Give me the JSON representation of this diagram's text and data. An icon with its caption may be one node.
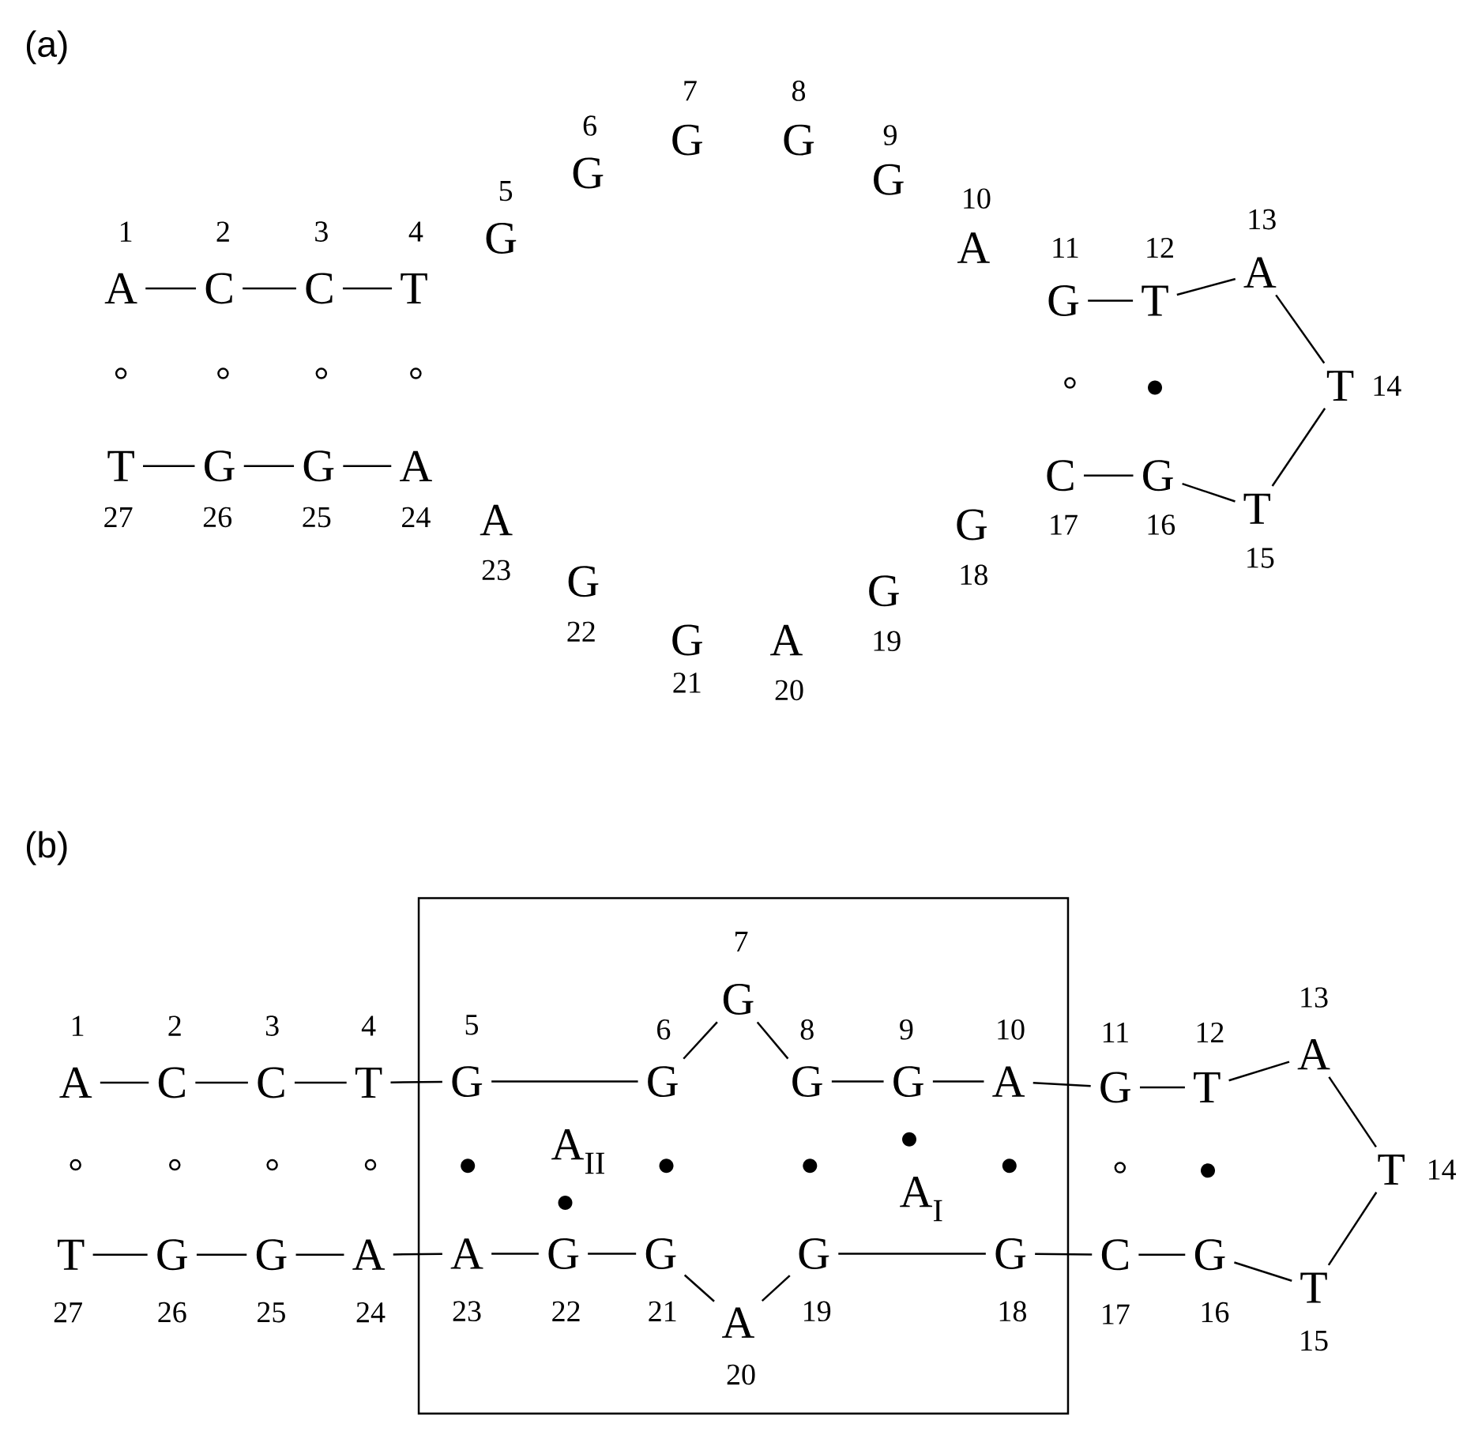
{
  "diagram": {
    "nodes": [
      {
        "text": [
          "A"
        ],
        "beside": [
          "1"
        ]
      },
      {
        "text": [
          "C"
        ],
        "beside": [
          "2"
        ]
      },
      {
        "text": [
          "C"
        ],
        "beside": [
          "3"
        ]
      },
      {
        "text": [
          "T"
        ],
        "beside": [
          "4"
        ]
      },
      {
        "text": [
          "G"
        ],
        "beside": [
          "5"
        ]
      },
      {
        "text": [
          "G"
        ],
        "beside": [
          "6"
        ]
      },
      {
        "text": [
          "G"
        ],
        "beside": [
          "7"
        ]
      },
      {
        "text": [
          "G"
        ],
        "beside": [
          "8"
        ]
      },
      {
        "text": [
          "G"
        ],
        "beside": [
          "9"
        ]
      },
      {
        "text": [
          "A"
        ],
        "beside": [
          "10"
        ]
      },
      {
        "text": [
          "G"
        ],
        "beside": [
          "11"
        ]
      },
      {
        "text": [
          "T"
        ],
        "beside": [
          "12"
        ]
      },
      {
        "text": [
          "A"
        ],
        "beside": [
          "13"
        ]
      },
      {
        "text": [
          "T"
        ],
        "beside": [
          "14"
        ]
      },
      {
        "text": [
          "T"
        ],
        "beside": [
          "15"
        ]
      },
      {
        "text": [
          "G"
        ],
        "beside": [
          "16"
        ]
      },
      {
        "text": [
          "C"
        ],
        "beside": [
          "17"
        ]
      },
      {
        "text": [
          "G"
        ],
        "beside": [
          "18"
        ]
      },
      {
        "text": [
          "G"
        ],
        "beside": [
          "19"
        ]
      },
      {
        "text": [
          "A"
        ],
        "beside": [
          "20"
        ]
      },
      {
        "text": [
          "G"
        ],
        "beside": [
          "21"
        ]
      },
      {
        "text": [
          "G"
        ],
        "beside": [
          "22"
        ]
      },
      {
        "text": [
          "A"
        ],
        "beside": [
          "23"
        ]
      },
      {
        "text": [
          "A"
        ],
        "beside": [
          "24"
        ]
      },
      {
        "text": [
          "G"
        ],
        "beside": [
          "25"
        ]
      },
      {
        "text": [
          "G"
        ],
        "beside": [
          "26"
        ]
      },
      {
        "text": [
          "T"
        ],
        "beside": [
          "27"
        ]
      },
      {
        "text": [],
        "shape": "box"
      },
      {
        "text": [
          "A"
        ],
        "beside": [
          "1"
        ]
      },
      {
        "text": [
          "C"
        ],
        "beside": [
          "2"
        ]
      },
      {
        "text": [
          "C"
        ],
        "beside": [
          "3"
        ]
      },
      {
        "text": [
          "T"
        ],
        "beside": [
          "4"
        ]
      },
      {
        "text": [
          "G"
        ],
        "beside": [
          "5"
        ],
        "in": 27
      },
      {
        "text": [
          "G"
        ],
        "beside": [
          "6"
        ],
        "in": 27
      },
      {
        "text": [
          "G"
        ],
        "beside": [
          "7"
        ],
        "in": 27
      },
      {
        "text": [
          "G"
        ],
        "beside": [
          "8"
        ],
        "in": 27
      },
      {
        "text": [
          "G"
        ],
        "beside": [
          "9"
        ],
        "in": 27
      },
      {
        "text": [
          "A"
        ],
        "beside": [
          "10"
        ],
        "in": 27
      },
      {
        "text": [
          "G"
        ],
        "beside": [
          "11"
        ]
      },
      {
        "text": [
          "T"
        ],
        "beside": [
          "12"
        ]
      },
      {
        "text": [
          "A"
        ],
        "beside": [
          "13"
        ]
      },
      {
        "text": [
          "T"
        ],
        "beside": [
          "14"
        ]
      },
      {
        "text": [
          "T"
        ],
        "beside": [
          "15"
        ]
      },
      {
        "text": [
          "G"
        ],
        "beside": [
          "16"
        ]
      },
      {
        "text": [
          "C"
        ],
        "beside": [
          "17"
        ]
      },
      {
        "text": [
          "G"
        ],
        "beside": [
          "18"
        ],
        "in": 27
      },
      {
        "text": [
          "G"
        ],
        "beside": [
          "19"
        ],
        "in": 27
      },
      {
        "text": [
          "A"
        ],
        "beside": [
          "20"
        ],
        "in": 27
      },
      {
        "text": [
          "G"
        ],
        "beside": [
          "21"
        ],
        "in": 27
      },
      {
        "text": [
          "G"
        ],
        "beside": [
          "22"
        ],
        "in": 27
      },
      {
        "text": [
          "A"
        ],
        "beside": [
          "23"
        ],
        "in": 27
      },
      {
        "text": [
          "A"
        ],
        "beside": [
          "24"
        ]
      },
      {
        "text": [
          "G"
        ],
        "beside": [
          "25"
        ]
      },
      {
        "text": [
          "G"
        ],
        "beside": [
          "26"
        ]
      },
      {
        "text": [
          "T"
        ],
        "beside": [
          "27"
        ]
      }
    ],
    "edges": [
      {
        "from": 0,
        "to": 1,
        "arrow": "none"
      },
      {
        "from": 1,
        "to": 2,
        "arrow": "none"
      },
      {
        "from": 2,
        "to": 3,
        "arrow": "none"
      },
      {
        "from": 10,
        "to": 11,
        "arrow": "none"
      },
      {
        "from": 11,
        "to": 12,
        "arrow": "none"
      },
      {
        "from": 12,
        "to": 13,
        "arrow": "none"
      },
      {
        "from": 13,
        "to": 14,
        "arrow": "none"
      },
      {
        "from": 14,
        "to": 15,
        "arrow": "none"
      },
      {
        "from": 15,
        "to": 16,
        "arrow": "none"
      },
      {
        "from": 26,
        "to": 25,
        "arrow": "none"
      },
      {
        "from": 25,
        "to": 24,
        "arrow": "none"
      },
      {
        "from": 24,
        "to": 23,
        "arrow": "none"
      },
      {
        "from": 28,
        "to": 29,
        "arrow": "none"
      },
      {
        "from": 29,
        "to": 30,
        "arrow": "none"
      },
      {
        "from": 30,
        "to": 31,
        "arrow": "none"
      },
      {
        "from": 31,
        "to": 32,
        "arrow": "none"
      },
      {
        "from": 32,
        "to": 33,
        "arrow": "none"
      },
      {
        "from": 33,
        "to": 34,
        "arrow": "none"
      },
      {
        "from": 34,
        "to": 35,
        "arrow": "none"
      },
      {
        "from": 35,
        "to": 36,
        "arrow": "none"
      },
      {
        "from": 36,
        "to": 37,
        "arrow": "none"
      },
      {
        "from": 37,
        "to": 38,
        "arrow": "none"
      },
      {
        "from": 38,
        "to": 39,
        "arrow": "none"
      },
      {
        "from": 39,
        "to": 40,
        "arrow": "none"
      },
      {
        "from": 40,
        "to": 41,
        "arrow": "none"
      },
      {
        "from": 41,
        "to": 42,
        "arrow": "none"
      },
      {
        "from": 42,
        "to": 43,
        "arrow": "none"
      },
      {
        "from": 43,
        "to": 44,
        "arrow": "none"
      },
      {
        "from": 44,
        "to": 45,
        "arrow": "none"
      },
      {
        "from": 45,
        "to": 46,
        "arrow": "none"
      },
      {
        "from": 46,
        "to": 47,
        "arrow": "none"
      },
      {
        "from": 47,
        "to": 48,
        "arrow": "none"
      },
      {
        "from": 48,
        "to": 49,
        "arrow": "none"
      },
      {
        "from": 49,
        "to": 50,
        "arrow": "none"
      },
      {
        "from": 50,
        "to": 51,
        "arrow": "none"
      },
      {
        "from": 51,
        "to": 52,
        "arrow": "none"
      },
      {
        "from": 52,
        "to": 53,
        "arrow": "none"
      },
      {
        "from": 53,
        "to": 54,
        "arrow": "none"
      }
    ],
    "labels": [
      "(a)",
      "(b)",
      "A$_{II}$",
      "A$_{I}$"
    ]
  }
}
